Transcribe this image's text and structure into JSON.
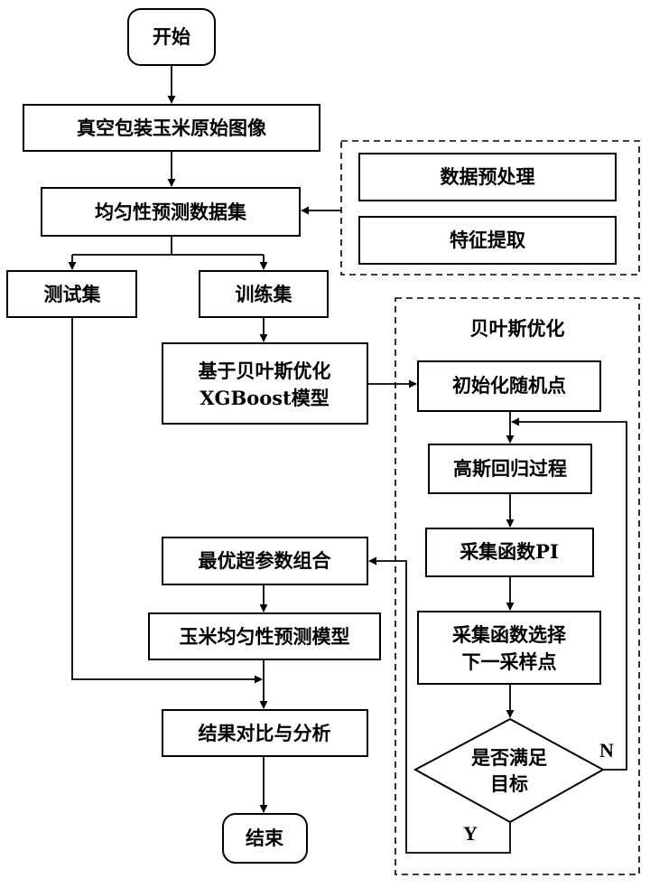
{
  "nodes": {
    "start": "开始",
    "raw_image": "真空包装玉米原始图像",
    "dataset": "均匀性预测数据集",
    "preprocess": "数据预处理",
    "feature": "特征提取",
    "test_set": "测试集",
    "train_set": "训练集",
    "model_line1": "基于贝叶斯优化",
    "model_line2": "XGBoost模型",
    "bayes_title": "贝叶斯优化",
    "init_points": "初始化随机点",
    "gp": "高斯回归过程",
    "acq_pi": "采集函数PI",
    "acq_sel_line1": "采集函数选择",
    "acq_sel_line2": "下一采样点",
    "decision_line1": "是否满足",
    "decision_line2": "目标",
    "label_n": "N",
    "label_y": "Y",
    "best_params": "最优超参数组合",
    "final_model": "玉米均匀性预测模型",
    "compare": "结果对比与分析",
    "end": "结束"
  }
}
